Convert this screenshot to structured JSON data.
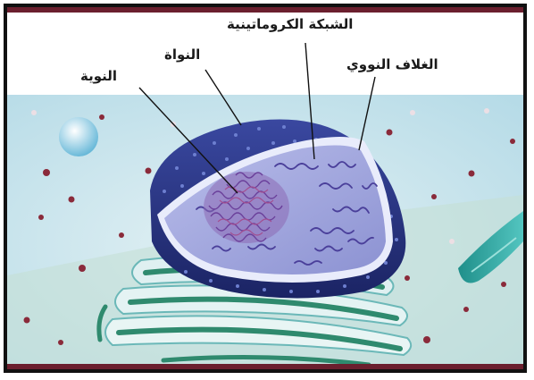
{
  "labels": {
    "nucleolus": "النوية",
    "nucleus": "النواة",
    "chromatin": "الشبكة الكروماتينية",
    "envelope": "الغلاف النووي"
  },
  "colors": {
    "border": "#111111",
    "strip": "#6b1f2e",
    "cytoplasm": "#cfe7ee",
    "envelope_outer": "#23307a",
    "envelope_inner": "#8e97d6",
    "er_green": "#2f8a6e"
  }
}
